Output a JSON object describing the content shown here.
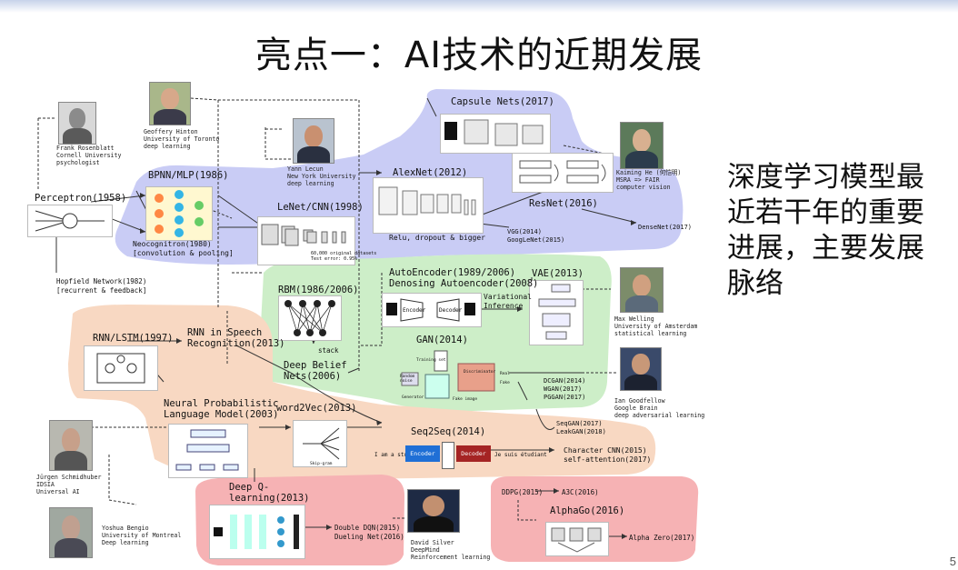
{
  "slide": {
    "title": "亮点一：AI技术的近期发展",
    "side_text": "深度学习模型最近若干年的重要进展，主要发展脉络",
    "page_number": "5"
  },
  "nodes": {
    "perceptron": "Perceptron(1958)",
    "bpnn": "BPNN/MLP(1986)",
    "neocognitron": "Neocognitron(1980)\n[convolution & pooling]",
    "lenet": "LeNet/CNN(1998)",
    "alexnet": "AlexNet(2012)",
    "alexnet_note": "Relu, dropout & bigger",
    "capsule": "Capsule Nets(2017)",
    "resnet": "ResNet(2016)",
    "vgg": "VGG(2014)\nGoogLeNet(2015)",
    "densenet": "DenseNet(2017)",
    "hopfield": "Hopfield Network(1982)\n[recurrent & feedback]",
    "rbm": "RBM(1986/2006)",
    "stack": "stack",
    "dbn": "Deep Belief\nNets(2006)",
    "autoencoder": "AutoEncoder(1989/2006)\nDenosing Autoencoder(2008)",
    "vae": "VAE(2013)",
    "variational": "Variational\nInference",
    "gan": "GAN(2014)",
    "dcgan": "DCGAN(2014)\nWGAN(2017)\nPGGAN(2017)",
    "rnn_lstm": "RNN/LSTM(1997)",
    "rnn_speech": "RNN in Speech\nRecognition(2013)",
    "nplm": "Neural Probabilistic\nLanguage Model(2003)",
    "word2vec": "word2Vec(2013)",
    "seq2seq": "Seq2Seq(2014)",
    "seqgan": "SeqGAN(2017)\nLeakGAN(2018)",
    "char_cnn": "Character CNN(2015)\nself-attention(2017)",
    "dqn": "Deep Q-\nlearning(2013)",
    "double_dqn": "Double DQN(2015)\nDueling Net(2016)",
    "ddpg": "DDPG(2015)",
    "a3c": "A3C(2016)",
    "alphago": "AlphaGo(2016)",
    "alphazero": "Alpha Zero(2017)"
  },
  "people": {
    "rosenblatt": "Frank Rosenblatt\nCornell University\npsychologist",
    "hinton": "Geoffery Hinton\nUniversity of Toronto\ndeep learning",
    "lecun": "Yann Lecun\nNew York University\ndeep learning",
    "kaiming": "Kaiming He (何恺明)\nMSRA => FAIR\ncomputer vision",
    "welling": "Max Welling\nUniversity of Amsterdam\nstatistical learning",
    "goodfellow": "Ian Goodfellow\nGoogle Brain\ndeep adversarial learning",
    "schmidhuber": "Jürgen Schmidhuber\nIDSIA\nUniversal AI",
    "bengio": "Yoshua Bengio\nUniversity of Montreal\nDeep learning",
    "silver": "David Silver\nDeepMind\nReinforcement learning"
  },
  "figure_text": {
    "encoder": "Encoder",
    "decoder": "Decoder",
    "seq_encoder": "Encoder",
    "seq_decoder": "Decoder",
    "seq_in": "I am a student",
    "seq_out": "Je suis étudiant",
    "lenet_stats": "60,000 original datasets\nTest error: 0.95%",
    "skipgram": "Skip-gram",
    "training_set": "Training set",
    "random_noise": "Random\nnoise",
    "generator": "Generator",
    "discriminator": "Discriminator",
    "real": "Real",
    "fake": "Fake",
    "fake_image": "Fake image"
  },
  "colors": {
    "cnn_region": "#c9ccf5",
    "generative_region": "#cdeec8",
    "sequence_region": "#f8d8c2",
    "rl_region": "#f6b2b4",
    "line": "#333333",
    "encoder_blue": "#1f6fd6",
    "decoder_red": "#a52424"
  }
}
